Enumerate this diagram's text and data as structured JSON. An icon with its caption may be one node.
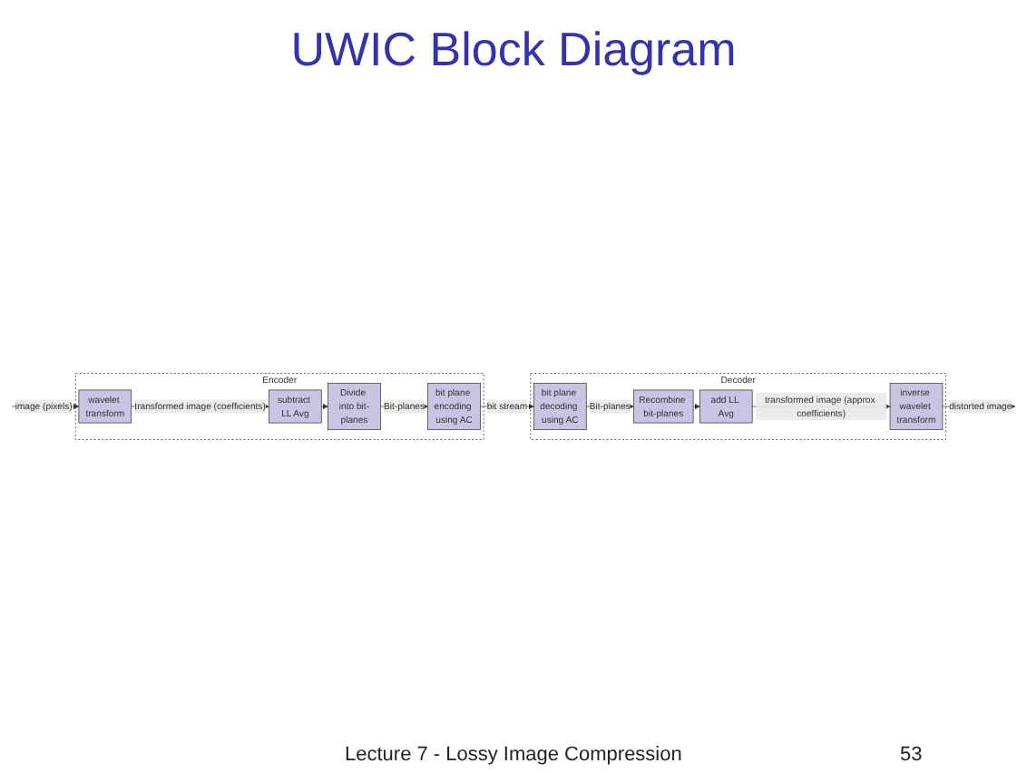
{
  "diagram": {
    "title": "UWIC Block Diagram",
    "nodes": [
      {
        "text": [
          "Encoder"
        ]
      },
      {
        "text": [
          "wavelet transform"
        ],
        "in": 0
      },
      {
        "text": [
          "subtract LL Avg"
        ],
        "in": 0
      },
      {
        "text": [
          "Divide into bit-planes"
        ],
        "in": 0
      },
      {
        "text": [
          "bit plane encoding using AC"
        ],
        "in": 0
      },
      {
        "text": [
          "Decoder"
        ]
      },
      {
        "text": [
          "bit plane decoding using AC"
        ],
        "in": 5
      },
      {
        "text": [
          "Recombine bit-planes"
        ],
        "in": 5
      },
      {
        "text": [
          "add LL Avg"
        ],
        "in": 5
      },
      {
        "text": [
          "inverse wavelet transform"
        ],
        "in": 5
      }
    ],
    "edges": [
      {
        "from": null,
        "to": 1,
        "arrow": "to",
        "label": "image (pixels)"
      },
      {
        "from": 1,
        "to": 2,
        "arrow": "to",
        "label": "transformed image (coefficients)"
      },
      {
        "from": 2,
        "to": 3,
        "arrow": "to"
      },
      {
        "from": 3,
        "to": 4,
        "arrow": "to",
        "label": "Bit-planes"
      },
      {
        "from": 4,
        "to": 6,
        "arrow": "to",
        "label": "bit stream"
      },
      {
        "from": 6,
        "to": 7,
        "arrow": "to",
        "label": "Bit-planes"
      },
      {
        "from": 7,
        "to": 8,
        "arrow": "to"
      },
      {
        "from": 8,
        "to": 9,
        "arrow": "to",
        "label": "transformed image (approx coefficients)"
      },
      {
        "from": 9,
        "to": null,
        "arrow": "to",
        "label": "distorted image"
      }
    ],
    "labels": [
      "Lecture 7 - Lossy Image Compression",
      "53"
    ]
  }
}
